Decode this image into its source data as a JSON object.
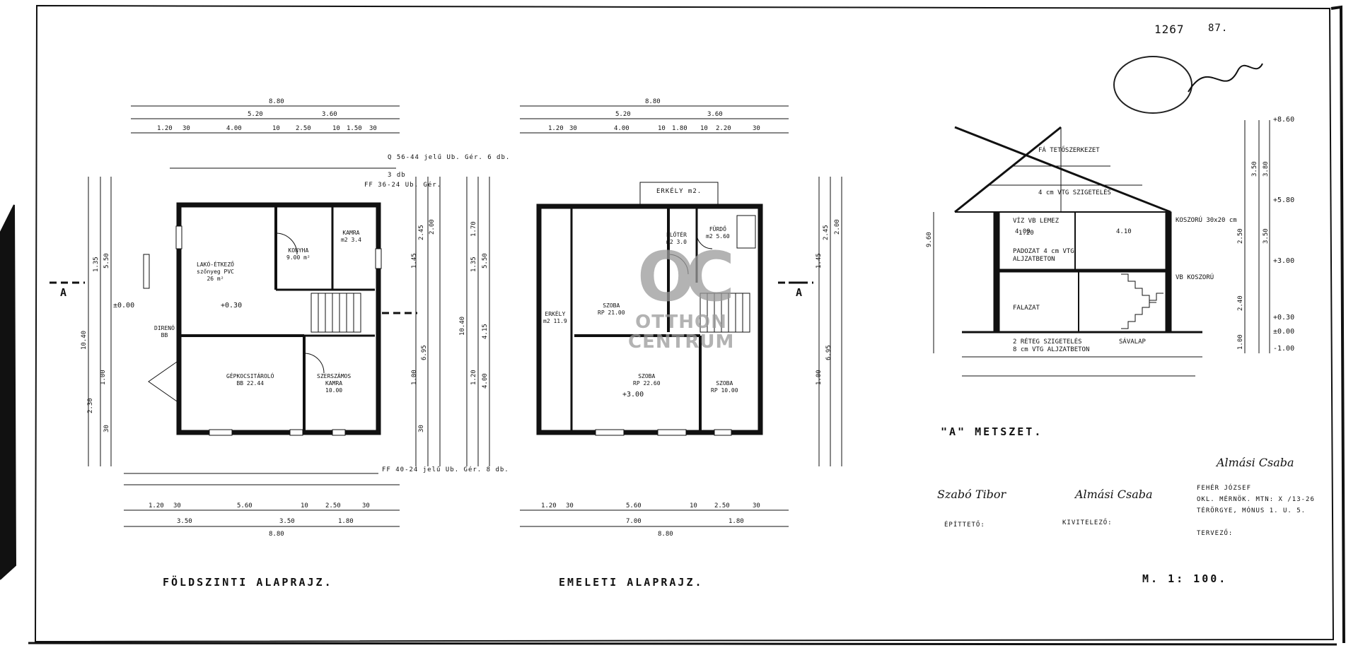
{
  "titles": {
    "ground_floor": "FÖLDSZINTI ALAPRAJZ.",
    "upper_floor": "EMELETI ALAPRAJZ.",
    "section": "\"A\" METSZET.",
    "scale": "M. 1: 100."
  },
  "section_marker": "A",
  "notes": {
    "ground_top_beam": "Q 56-44 jelű Ub. Gér. 6 db.",
    "ground_top_beam2": "3 db",
    "ground_top_beam3": "FF 36-24 Ub. Gér.",
    "ground_bottom_beam": "FF 40-24 jelű Ub. Gér. 8 db.",
    "upper_balcony": "ERKÉLY m2."
  },
  "ground_rooms": [
    {
      "name": "LAKÓ-ÉTKEZŐ",
      "detail": "szőnyeg PVC",
      "area": "26 m²"
    },
    {
      "name": "KONYHA",
      "detail": "9.00 m²",
      "area": ""
    },
    {
      "name": "KAMRA",
      "detail": "m2 3.4",
      "area": ""
    },
    {
      "name": "GÉPKOCSITÁROLÓ",
      "detail": "BB 22.44",
      "area": ""
    },
    {
      "name": "SZERSZÁMOS",
      "detail": "KAMRA",
      "area": "10.00"
    },
    {
      "name": "DIRENÓ",
      "detail": "BB",
      "area": ""
    }
  ],
  "ground_levels": [
    "±0.00",
    "+0.30"
  ],
  "upper_rooms": [
    {
      "name": "SZOBA",
      "detail": "RP 21.00",
      "area": ""
    },
    {
      "name": "SZOBA",
      "detail": "RP 22.60",
      "area": ""
    },
    {
      "name": "SZOBA",
      "detail": "RP 10.00",
      "area": ""
    },
    {
      "name": "FÜRDŐ",
      "detail": "m2 5.60",
      "area": ""
    },
    {
      "name": "ELŐTÉR",
      "detail": "m2 3.0",
      "area": ""
    },
    {
      "name": "ERKÉLY",
      "detail": "m2 11.9",
      "area": ""
    }
  ],
  "upper_levels": [
    "+3.00"
  ],
  "dims": {
    "overall": "8.80",
    "split_left": "5.20",
    "split_right": "3.60",
    "top_segments": [
      "1.20",
      "30",
      "4.00",
      "10",
      "2.50",
      "10",
      "1.50",
      "30"
    ],
    "bottom_segments": [
      "1.20",
      "30",
      "5.60",
      "10",
      "2.50",
      "30"
    ],
    "bottom_split": [
      "3.50",
      "3.50",
      "1.80"
    ],
    "upper_top_segments": [
      "1.20",
      "30",
      "4.00",
      "10",
      "1.80",
      "10",
      "2.20",
      "30"
    ],
    "upper_bottom_split": [
      "7.00",
      "1.80"
    ],
    "ground_left_vertical": [
      "10.40",
      "1.35",
      "5.50",
      "2.30",
      "1.00",
      "30"
    ],
    "ground_right_vertical": [
      "2.45",
      "2.00",
      "1.45",
      "6.95",
      "1.00",
      "30"
    ],
    "upper_left_vertical": [
      "10.40",
      "4.15",
      "1.35",
      "1.70",
      "5.50",
      "1.20",
      "4.00"
    ],
    "upper_right_vertical": [
      "2.45",
      "2.00",
      "1.45",
      "6.95",
      "1.00"
    ]
  },
  "section_levels": [
    "+8.60",
    "+5.80",
    "+3.00",
    "+0.30",
    "±0.00",
    "-1.00"
  ],
  "section_dims": [
    "3.50",
    "9.60",
    "2.50",
    "2.40",
    "1.00",
    "1.20",
    "3.80",
    "3.50"
  ],
  "section_labels": [
    "FÁ TETŐSZERKEZET",
    "4 cm VTG SZIGETELÉS",
    "VÍZ VB LEMEZ",
    "PADOZAT 4 cm VTG",
    "ALJZATBETON",
    "KOSZORÚ 30x20 cm",
    "VB KOSZORÚ",
    "FALAZAT",
    "2 RÉTEG SZIGETELÉS",
    "8 cm VTG ALJZATBETON",
    "SÁVALAP",
    "4.00",
    "4.10"
  ],
  "signatures": [
    {
      "name": "Szabó Tibor",
      "role": "ÉPÍTTETŐ:"
    },
    {
      "name": "Almási Csaba",
      "role": "KIVITELEZŐ:"
    },
    {
      "name": "Almási Csaba",
      "role": "TERVEZŐ:"
    }
  ],
  "designer_block": [
    "FEHÉR JÓZSEF",
    "OKL. MÉRNÖK. MTN: X /13-26",
    "TÉRÖRGYE, MÓNUS 1. U. 5."
  ],
  "stamp": {
    "number": "1267",
    "year": "87."
  },
  "watermark": {
    "logo": "OC",
    "line1": "OTTHON",
    "line2": "CENTRUM"
  }
}
